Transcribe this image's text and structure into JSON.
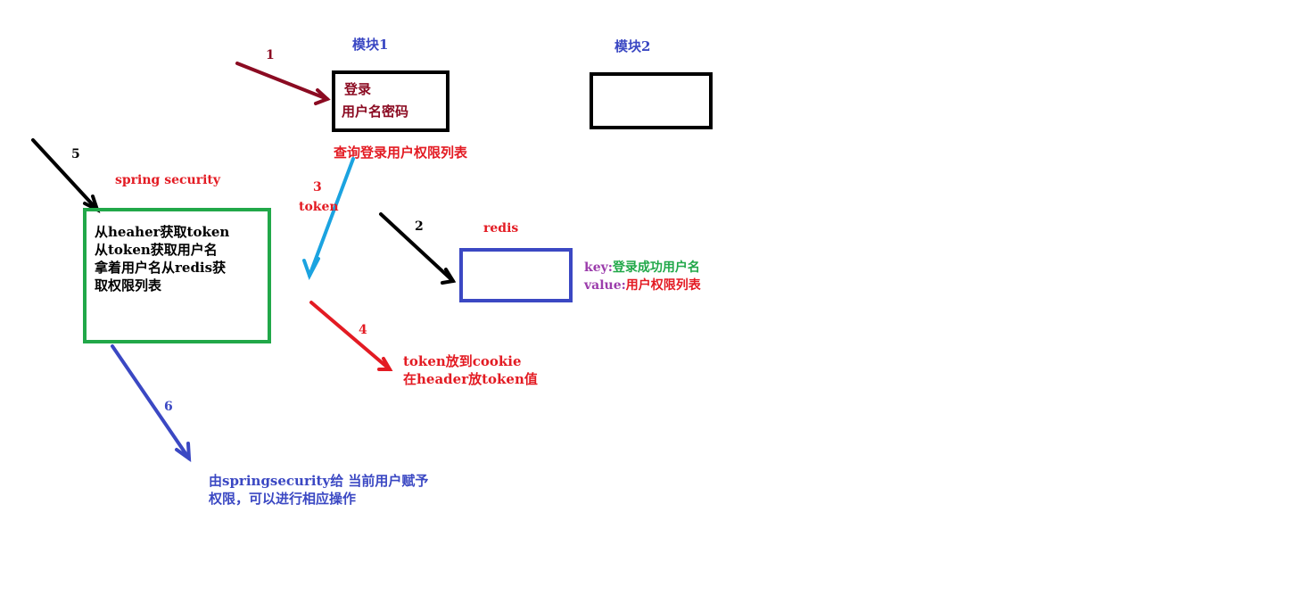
{
  "colors": {
    "dark_red": "#8b0b22",
    "red": "#e31b23",
    "blue": "#3b48c3",
    "cyan": "#1ba3e0",
    "green": "#21a849",
    "purple": "#9b3cab",
    "black": "#000000"
  },
  "modules": {
    "module1_label": "模块1",
    "module2_label": "模块2",
    "login_line1": "登录",
    "login_line2": "用户名密码",
    "query_text": "查询登录用户权限列表"
  },
  "steps": {
    "s1": "1",
    "s2": "2",
    "s3": "3",
    "s3_label": "token",
    "s4": "4",
    "s5": "5",
    "s6": "6"
  },
  "redis": {
    "label": "redis",
    "key_prefix": "key:",
    "key_value": "登录成功用户名",
    "value_prefix": "value:",
    "value_value": "用户权限列表"
  },
  "security": {
    "label": "spring security",
    "lines": [
      "从heaher获取token",
      "从token获取用户名",
      "拿着用户名从redis获",
      "取权限列表"
    ]
  },
  "cookie_note": {
    "line1": "token放到cookie",
    "line2": "在header放token值"
  },
  "result_note": {
    "line1": "由springsecurity给 当前用户赋予",
    "line2": "权限，可以进行相应操作"
  }
}
